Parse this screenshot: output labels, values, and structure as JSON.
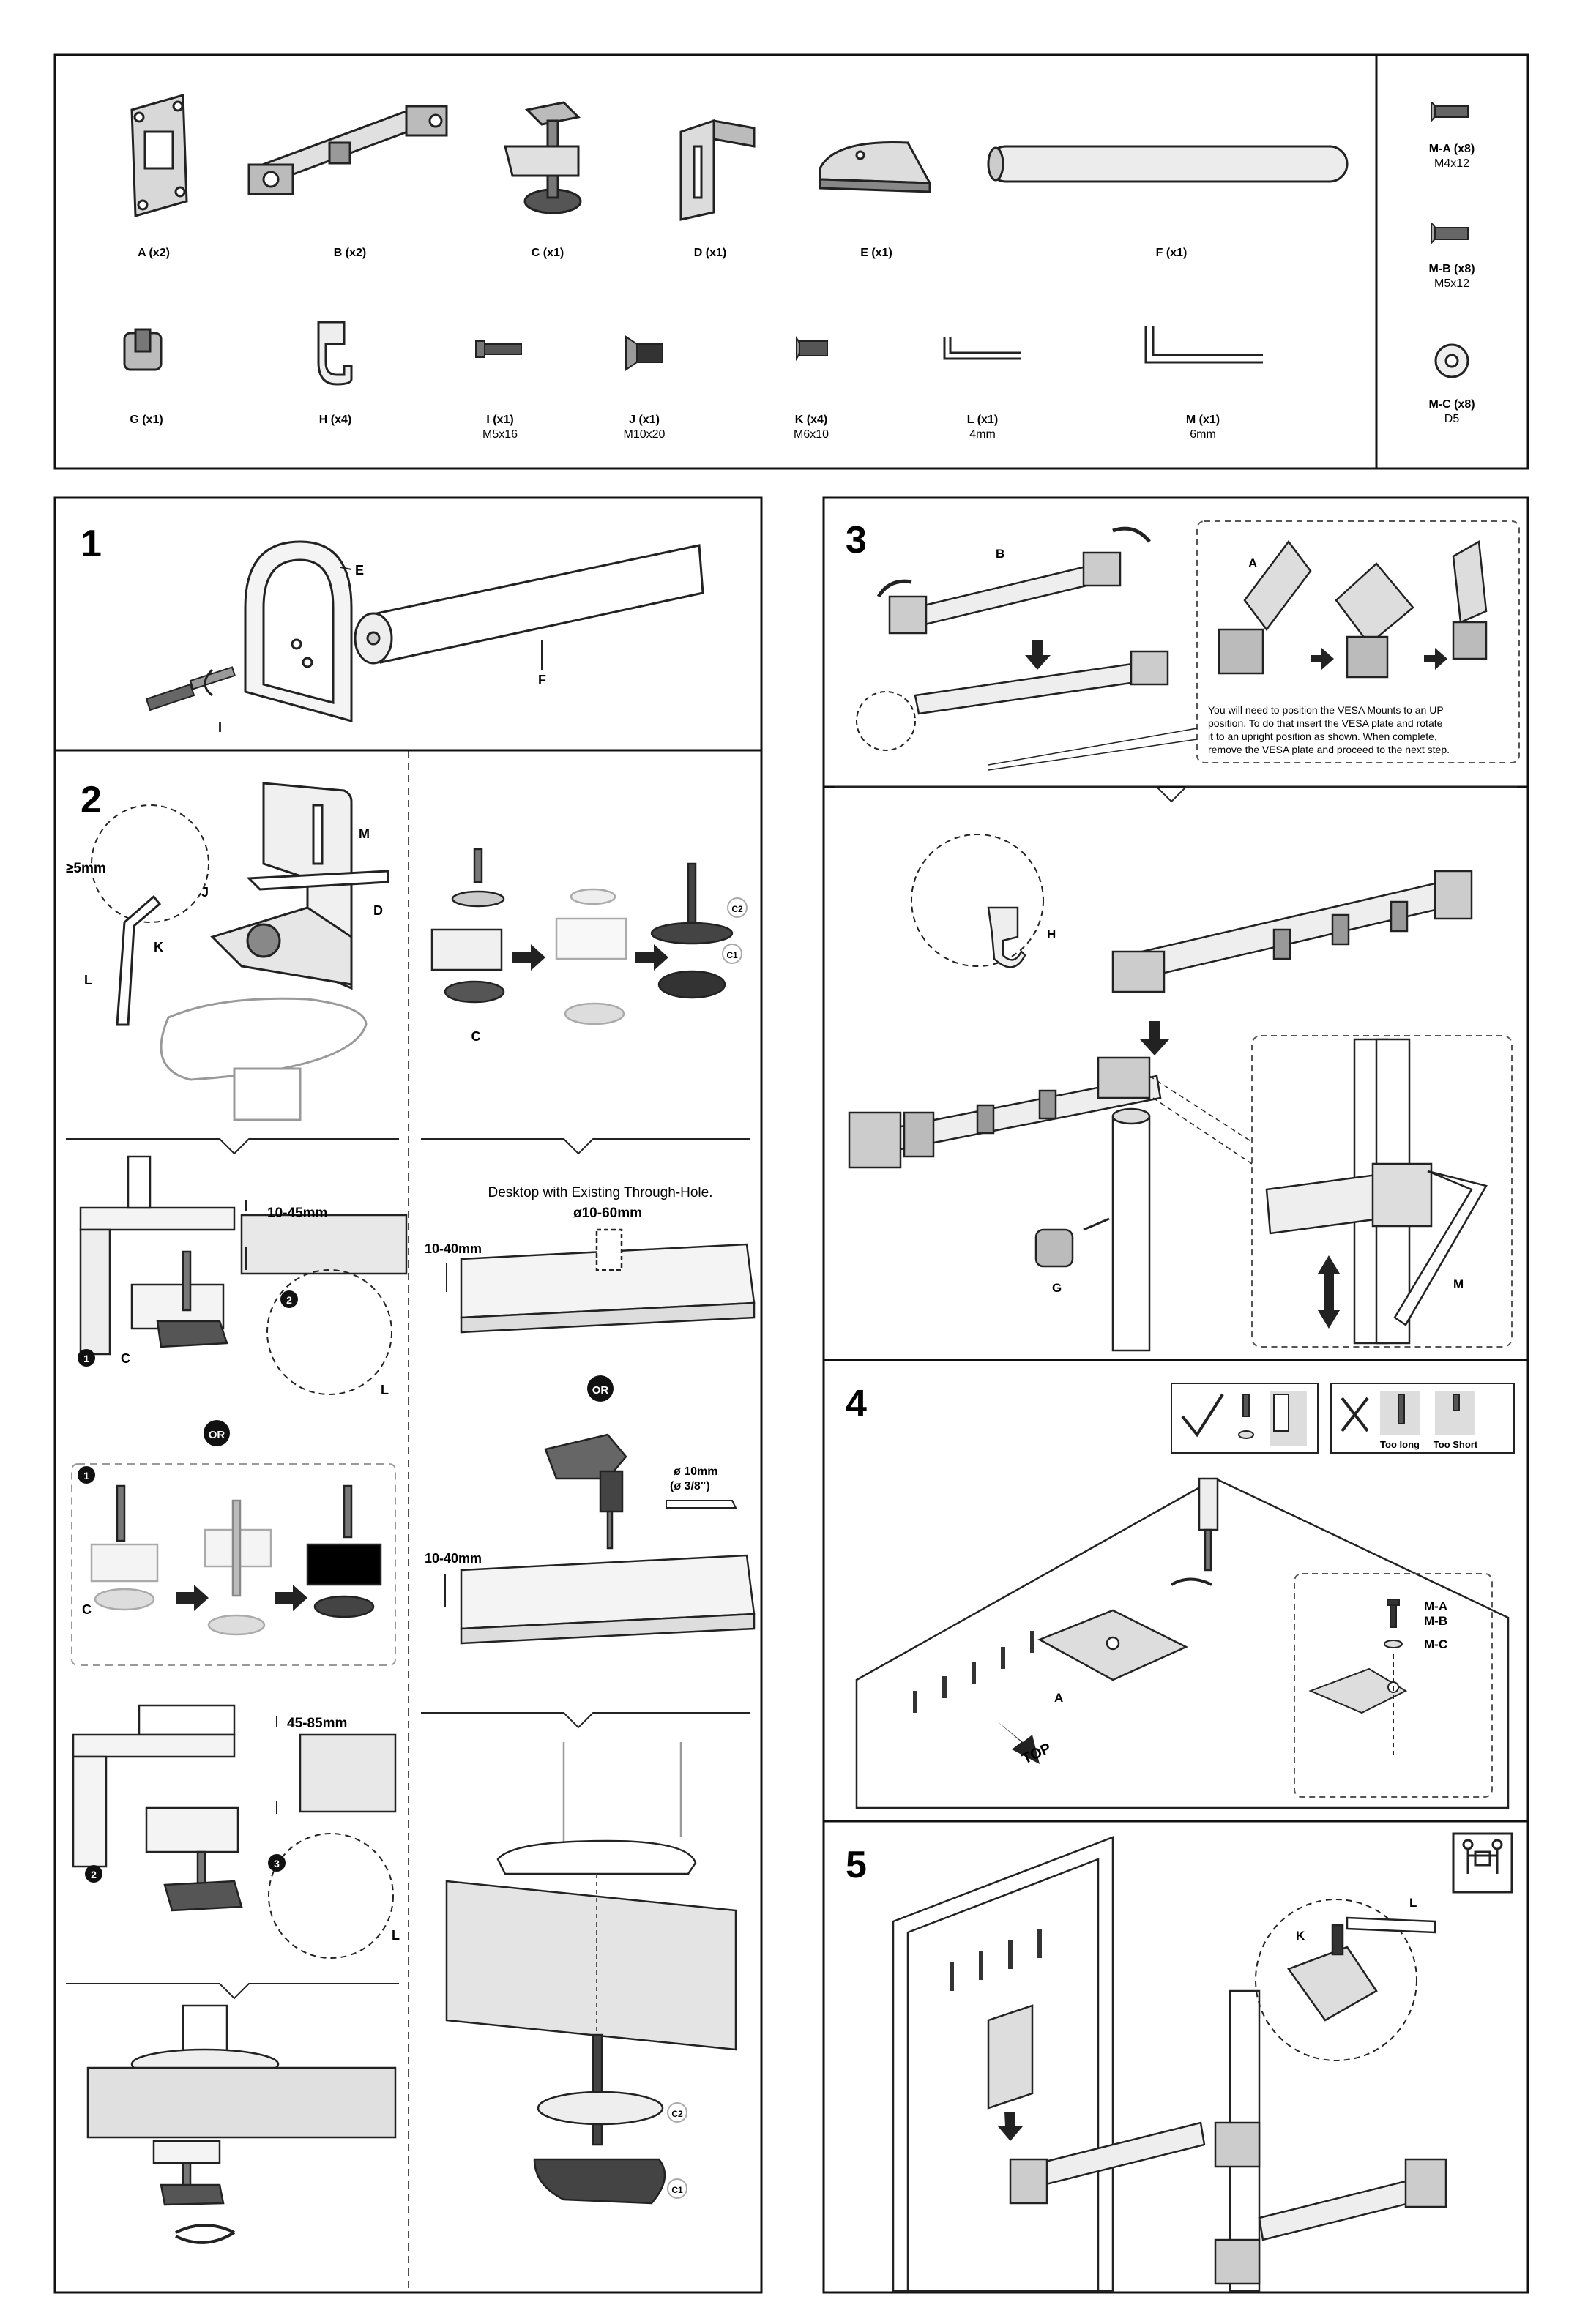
{
  "parts": [
    {
      "name": "A (x2)"
    },
    {
      "name": "B (x2)"
    },
    {
      "name": "C (x1)"
    },
    {
      "name": "D (x1)"
    },
    {
      "name": "E (x1)"
    },
    {
      "name": "F (x1)"
    },
    {
      "name": "G (x1)"
    },
    {
      "name": "H (x4)"
    },
    {
      "name": "I (x1)",
      "size": "M5x16"
    },
    {
      "name": "J (x1)",
      "size": "M10x20"
    },
    {
      "name": "K (x4)",
      "size": "M6x10"
    },
    {
      "name": "L (x1)",
      "size": "4mm"
    },
    {
      "name": "M (x1)",
      "size": "6mm"
    }
  ],
  "hardware": [
    {
      "name": "M-A (x8)",
      "size": "M4x12"
    },
    {
      "name": "M-B (x8)",
      "size": "M5x12"
    },
    {
      "name": "M-C (x8)",
      "size": "D5"
    }
  ],
  "steps": {
    "s1": {
      "num": "1",
      "labels": {
        "e": "E",
        "f": "F",
        "i": "I"
      }
    },
    "s2": {
      "num": "2",
      "labels": {
        "gap": "≥5mm",
        "m": "M",
        "j": "J",
        "d": "D",
        "k": "K",
        "l": "L",
        "c": "C"
      },
      "clamp_a": "10-45mm",
      "clamp_b": "45-85mm",
      "or": "OR",
      "desk_title": "Desktop with Existing Through-Hole.",
      "hole": "ø10-60mm",
      "thick1": "10-40mm",
      "thick2": "10-40mm",
      "drill_a": "ø 10mm",
      "drill_b": "(ø 3/8\")",
      "c1": "C1",
      "c2": "C2",
      "n1": "1",
      "n2": "2",
      "n3": "3"
    },
    "s3": {
      "num": "3",
      "labels": {
        "a": "A",
        "b": "B",
        "h": "H",
        "g": "G",
        "m": "M"
      },
      "note": [
        "You will need to position the VESA Mounts to an UP",
        "position. To do that insert the VESA plate and rotate",
        "it to an upright position as shown. When complete,",
        "remove the VESA plate and proceed to the next step."
      ]
    },
    "s4": {
      "num": "4",
      "labels": {
        "a": "A",
        "top": "TOP",
        "ma": "M-A",
        "mb": "M-B",
        "mc": "M-C"
      },
      "too_long": "Too long",
      "too_short": "Too Short"
    },
    "s5": {
      "num": "5",
      "labels": {
        "k": "K",
        "l": "L"
      }
    }
  }
}
